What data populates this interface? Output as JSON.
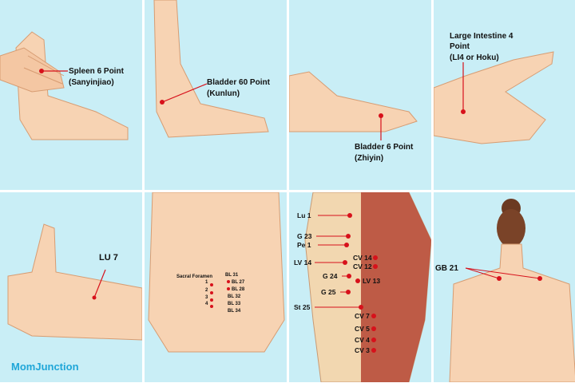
{
  "panels": {
    "spleen": {
      "line1": "Spleen 6 Point",
      "line2": "(Sanyinjiao)"
    },
    "bladder60": {
      "line1": "Bladder 60 Point",
      "line2": "(Kunlun)"
    },
    "bladder6": {
      "line1": "Bladder 6 Point",
      "line2": "(Zhiyin)"
    },
    "li4": {
      "line1": "Large Intestine 4",
      "line2": "Point",
      "line3": "(LI4 or Hoku)"
    },
    "lu7": {
      "label": "LU 7"
    },
    "sacral": {
      "title": "Sacral Foramen",
      "numbers": [
        "1",
        "2",
        "3",
        "4"
      ],
      "points": [
        "BL 31",
        "BL 27",
        "BL 28",
        "BL 32",
        "BL 33",
        "BL 34"
      ]
    },
    "torso": {
      "left": [
        "Lu 1",
        "G 23",
        "Pe 1",
        "LV 14",
        "G 24",
        "G 25",
        "St 25"
      ],
      "right": [
        "CV 14",
        "CV 12",
        "LV 13",
        "CV 7",
        "CV 5",
        "CV 4",
        "CV 3"
      ]
    },
    "neck": {
      "label": "GB 21"
    }
  },
  "logo": {
    "prefix": "Mom",
    "suffix": "Junction"
  },
  "colors": {
    "panel_bg": "#c9eef6",
    "skin": "#f7d3b3",
    "skin_shade": "#e8b089",
    "point": "#d7111b",
    "logo": "#1fa6d8"
  }
}
